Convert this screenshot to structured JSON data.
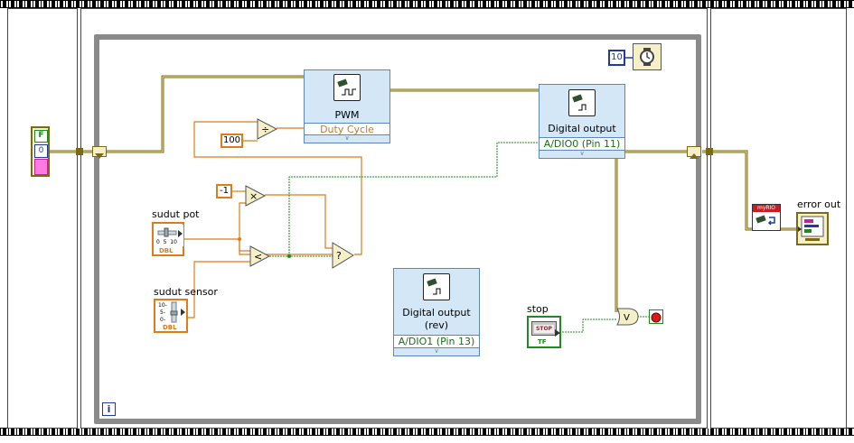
{
  "loop": {
    "wait_constant": "10",
    "iteration_label": "i"
  },
  "left_frame": {
    "cluster_false": "F",
    "cluster_zero": "0"
  },
  "pwm_block": {
    "title": "PWM",
    "terminal": "Duty Cycle"
  },
  "digital_output_block": {
    "title": "Digital output",
    "terminal": "A/DIO0 (Pin 11)"
  },
  "digital_output_rev_block": {
    "title_line1": "Digital output",
    "title_line2": "(rev)",
    "terminal": "A/DIO1 (Pin 13)"
  },
  "constants": {
    "hundred": "100",
    "minus_one": "-1"
  },
  "controls": {
    "sudut_pot": {
      "label": "sudut pot",
      "type": "DBL",
      "ticks": "0  5  10"
    },
    "sudut_sensor": {
      "label": "sudut sensor",
      "type": "DBL",
      "ticks": [
        "10-",
        "5-",
        "0-"
      ]
    },
    "stop": {
      "label": "stop",
      "button_text": "STOP",
      "type": "TF"
    }
  },
  "operators": {
    "divide": "÷",
    "multiply": "×",
    "less_than": "<",
    "select": "?",
    "or": "V"
  },
  "right_frame": {
    "error_label": "error out",
    "myrio_badge": "myRIO"
  },
  "colors": {
    "wire_error": "#7b6a14",
    "wire_numeric": "#e07b1a",
    "wire_boolean": "#1c8c1c",
    "vi_fill": "#d3e7f7",
    "loop_border": "#8a8a8a"
  }
}
